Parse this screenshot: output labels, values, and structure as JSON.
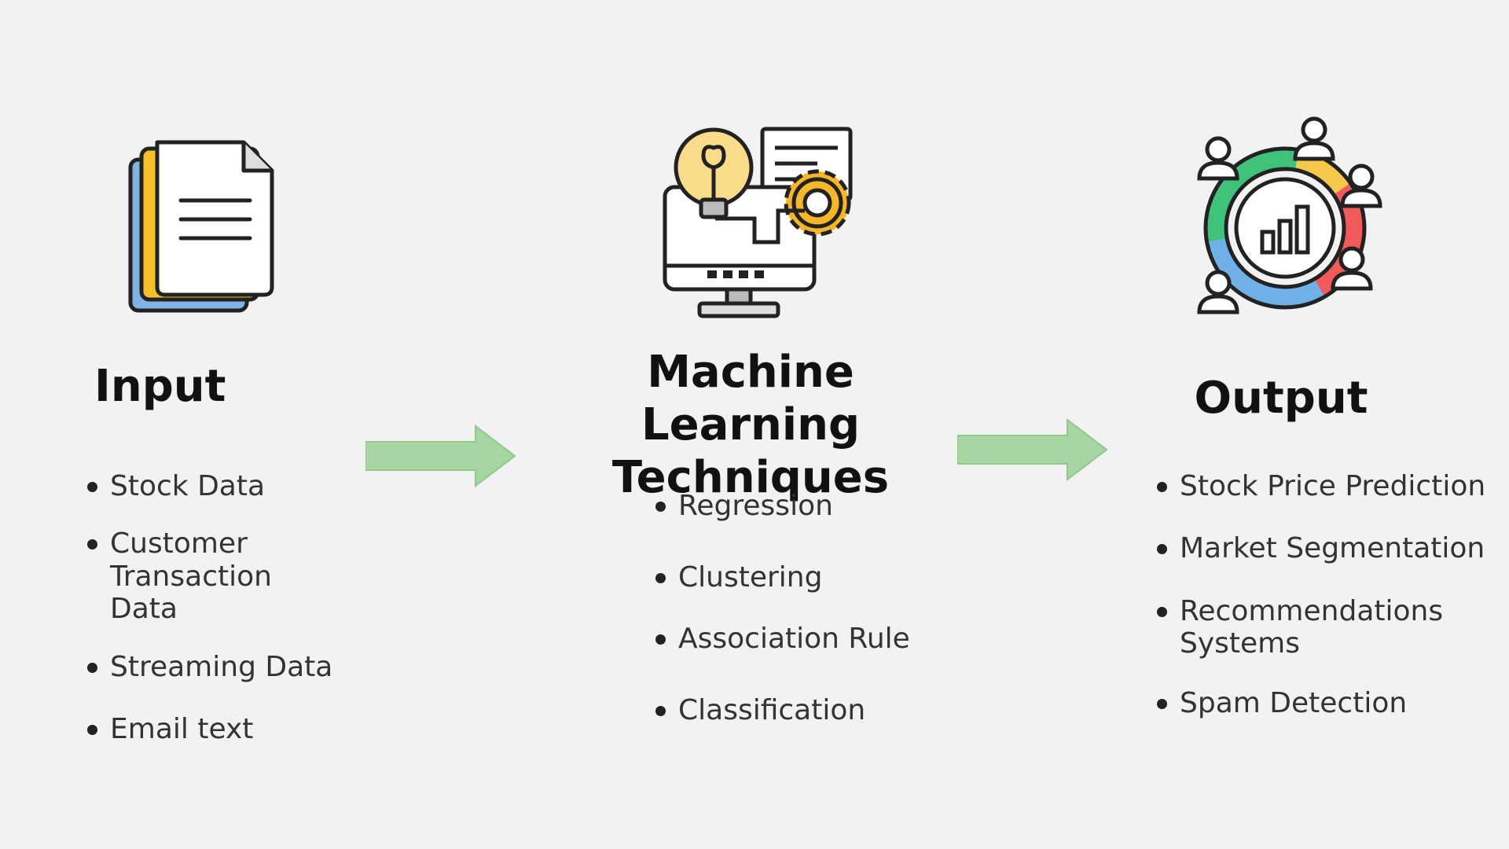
{
  "input": {
    "title": "Input",
    "items": [
      {
        "label": "Stock Data"
      },
      {
        "label": "Customer Transaction Data"
      },
      {
        "label": "Streaming Data"
      },
      {
        "label": "Email text"
      }
    ],
    "icon": "documents-icon"
  },
  "ml": {
    "title_line1": "Machine Learning",
    "title_line2": "Techniques",
    "items": [
      {
        "label": "Regression"
      },
      {
        "label": "Clustering"
      },
      {
        "label": "Association Rule"
      },
      {
        "label": "Classification"
      }
    ],
    "icon": "ai-computer-icon"
  },
  "output": {
    "title": "Output",
    "items": [
      {
        "label": "Stock Price Prediction"
      },
      {
        "label": "Market Segmentation"
      },
      {
        "label": "Recommendations Systems"
      },
      {
        "label": "Spam Detection"
      }
    ],
    "icon": "analytics-people-icon"
  },
  "colors": {
    "background": "#f2f2f2",
    "arrow": "#8ec98a",
    "doc_yellow": "#f5c02a",
    "doc_blue": "#7fb3e3",
    "gear": "#f5b62a",
    "bulb": "#f8dc8a",
    "ring_green": "#3fc27a",
    "ring_blue": "#6fb0e6",
    "ring_red": "#f05a5a",
    "ring_yellow": "#f5c84c"
  }
}
